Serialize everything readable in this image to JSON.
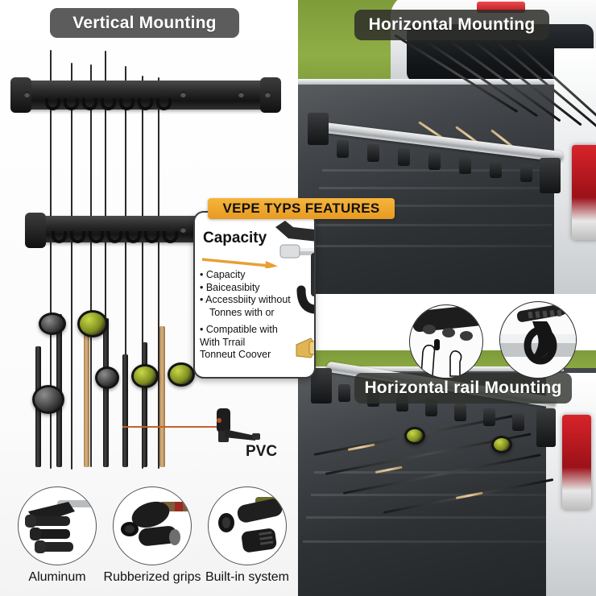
{
  "panels": {
    "vertical_label": "Vertical Mounting",
    "horizontal_label": "Horizontal Mounting",
    "rail_label": "Horizontal  rail Mounting"
  },
  "callout": {
    "banner": "VEPE  TYPS FEATURES",
    "title": "Capacity",
    "bullets": [
      "• Capacity",
      "• Baiceasibity",
      "• Accessbiity without",
      "Tonnes with or",
      "• Compatible with",
      "With Trrail",
      "Tonneut Coover"
    ]
  },
  "pvc": {
    "label": "PVC"
  },
  "features": [
    {
      "label": "Aluminum",
      "icon": "aluminum-bracket-icon"
    },
    {
      "label": "Rubberized grips",
      "icon": "rubber-grip-icon"
    },
    {
      "label": "Built-in system",
      "icon": "builtin-system-icon"
    }
  ],
  "colors": {
    "badge_bg": "#4e4e4e",
    "banner_orange": "#f0a830",
    "arrow_orange": "#e7a033",
    "pvc_line": "#c4622a",
    "grass_green": "#8fae45",
    "taillight_red": "#d8232a"
  }
}
